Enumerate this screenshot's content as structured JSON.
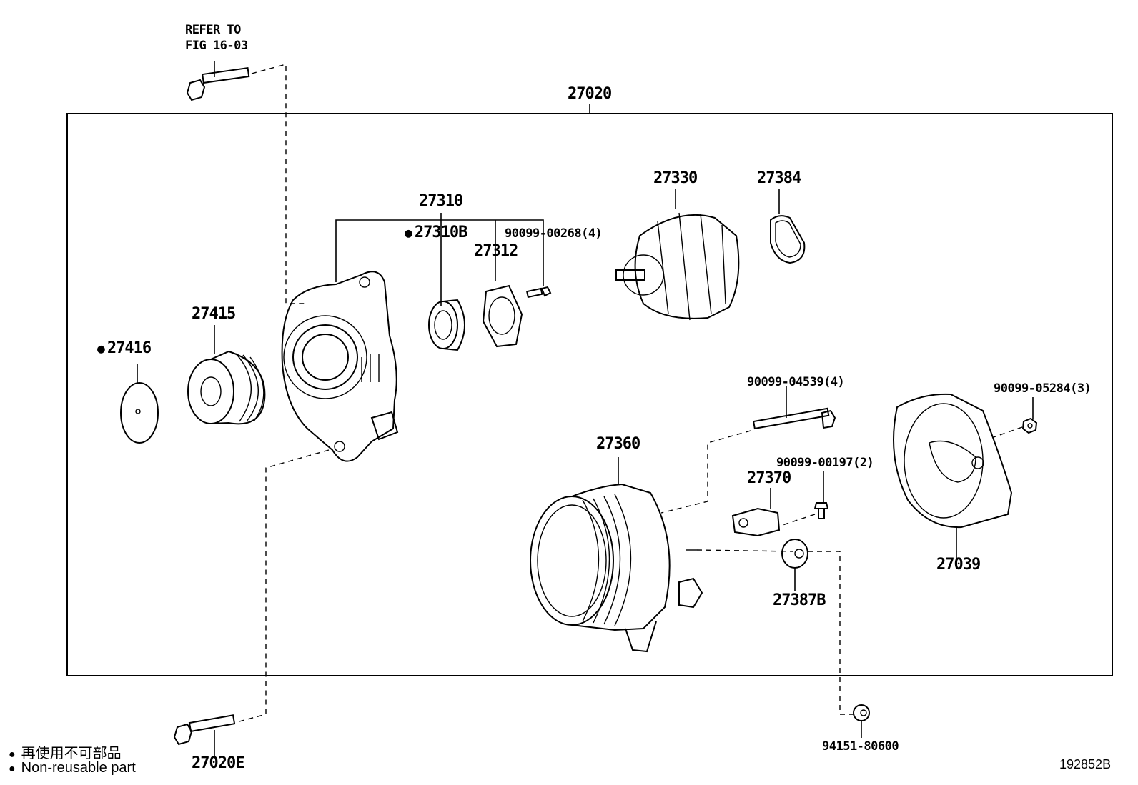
{
  "header_note": {
    "line1": "REFER TO",
    "line2": "FIG 16-03"
  },
  "assembly_label": "27020",
  "parts": {
    "p27310": "27310",
    "p27310B": "27310B",
    "p90099_00268": "90099-00268(4)",
    "p27312": "27312",
    "p27330": "27330",
    "p27384": "27384",
    "p27415": "27415",
    "p27416": "27416",
    "p90099_04539": "90099-04539(4)",
    "p90099_05284": "90099-05284(3)",
    "p27360": "27360",
    "p90099_00197": "90099-00197(2)",
    "p27370": "27370",
    "p27039": "27039",
    "p27387B": "27387B",
    "p27020E": "27020E",
    "p94151_80600": "94151-80600"
  },
  "legend": {
    "japanese": "再使用不可部品",
    "english": "Non-reusable part"
  },
  "figure_number": "192852B"
}
